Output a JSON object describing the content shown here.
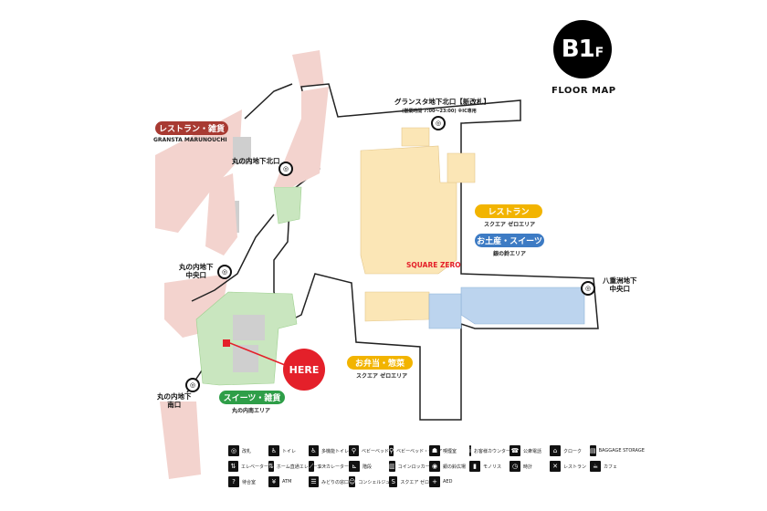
{
  "header": {
    "floor": "B1",
    "floor_suffix": "F",
    "title": "FLOOR MAP"
  },
  "areas": {
    "restaurant_marunouchi": {
      "label": "レストラン・雑貨",
      "sub": "GRANSTA MARUNOUCHI"
    },
    "restaurant": {
      "label": "レストラン",
      "sub": "スクエア ゼロエリア"
    },
    "souvenir": {
      "label": "お土産・スイーツ",
      "sub": "銀の鈴エリア"
    },
    "bento": {
      "label": "お弁当・惣菜",
      "sub": "スクエア ゼロエリア"
    },
    "sweets": {
      "label": "スイーツ・雑貨",
      "sub": "丸の内南エリア"
    }
  },
  "exits": {
    "north_gate": {
      "label": "グランスタ地下北口【新改札】",
      "sub": "(営業時間 7:00〜23:00) ※IC専用"
    },
    "marunouchi_north": {
      "label": "丸の内地下北口"
    },
    "marunouchi_central": {
      "label": "丸の内地下\n中央口"
    },
    "marunouchi_south": {
      "label": "丸の内地下\n南口"
    },
    "yaesu_central": {
      "label": "八重洲地下\n中央口"
    }
  },
  "square_zero": "SQUARE ZERO",
  "here": "HERE",
  "colors": {
    "restaurant_area": "#f2c9c2",
    "food_area": "#fbe6b6",
    "blue_area": "#bcd4ee",
    "green_area": "#c9e6bf",
    "here": "#e4202a"
  },
  "legend": [
    {
      "icon": "gate-icon",
      "glyph": "◎",
      "text": "改札"
    },
    {
      "icon": "toilet-icon",
      "glyph": "♿",
      "text": "トイレ"
    },
    {
      "icon": "wheelchair-toilet-icon",
      "glyph": "♿",
      "text": "多機能トイレ"
    },
    {
      "icon": "baby-bed-icon",
      "glyph": "⚲",
      "text": "ベビーベッド"
    },
    {
      "icon": "baby-chair-icon",
      "glyph": "⚲",
      "text": "ベビーベッド・チェア"
    },
    {
      "icon": "smoking-icon",
      "glyph": "☗",
      "text": "喫煙室"
    },
    {
      "icon": "info-icon",
      "glyph": "i",
      "text": "お客様カウンター"
    },
    {
      "icon": "phone-icon",
      "glyph": "☎",
      "text": "公衆電話"
    },
    {
      "icon": "cloak-icon",
      "glyph": "⌂",
      "text": "クローク"
    },
    {
      "icon": "baggage-icon",
      "glyph": "▤",
      "text": "BAGGAGE STORAGE"
    },
    {
      "icon": "elevator-icon",
      "glyph": "⇅",
      "text": "エレベーター"
    },
    {
      "icon": "platform-elevator-icon",
      "glyph": "⇅",
      "text": "ホーム直通エレベーター"
    },
    {
      "icon": "escalator-icon",
      "glyph": "⟋",
      "text": "エスカレーター"
    },
    {
      "icon": "stairs-icon",
      "glyph": "⊾",
      "text": "階段"
    },
    {
      "icon": "locker-icon",
      "glyph": "▥",
      "text": "コインロッカー"
    },
    {
      "icon": "silver-bell-icon",
      "glyph": "◉",
      "text": "銀の鈴広場"
    },
    {
      "icon": "monolith-icon",
      "glyph": "▮",
      "text": "モノリス"
    },
    {
      "icon": "clock-icon",
      "glyph": "◷",
      "text": "時計"
    },
    {
      "icon": "restaurant-icon",
      "glyph": "✕",
      "text": "レストラン"
    },
    {
      "icon": "cafe-icon",
      "glyph": "☕",
      "text": "カフェ"
    },
    {
      "icon": "guide-icon",
      "glyph": "?",
      "text": "待合室"
    },
    {
      "icon": "atm-icon",
      "glyph": "¥",
      "text": "ATM"
    },
    {
      "icon": "green-window-icon",
      "glyph": "☰",
      "text": "みどりの窓口"
    },
    {
      "icon": "concierge-icon",
      "glyph": "☺",
      "text": "コンシェルジュ"
    },
    {
      "icon": "square-zero-icon",
      "glyph": "S",
      "text": "スクエア ゼロ"
    },
    {
      "icon": "aed-icon",
      "glyph": "+",
      "text": "AED"
    }
  ]
}
